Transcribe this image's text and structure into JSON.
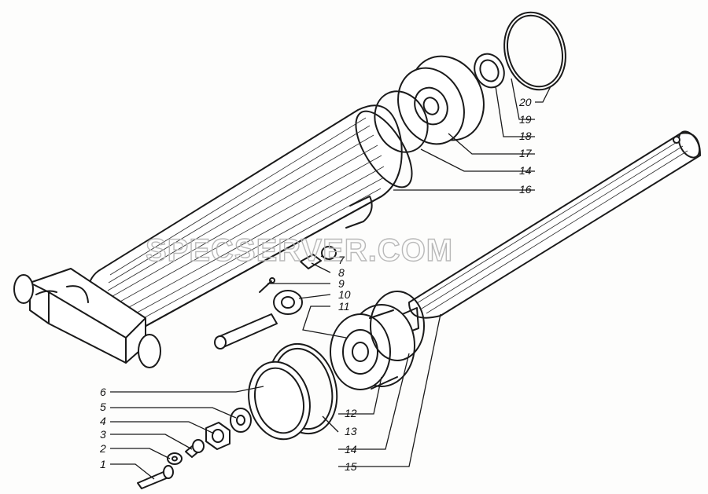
{
  "watermark": "SPECSERVER.COM",
  "callouts": [
    {
      "id": "c1",
      "text": "1"
    },
    {
      "id": "c2",
      "text": "2"
    },
    {
      "id": "c3",
      "text": "3"
    },
    {
      "id": "c4",
      "text": "4"
    },
    {
      "id": "c5",
      "text": "5"
    },
    {
      "id": "c6",
      "text": "6"
    },
    {
      "id": "c7",
      "text": "7"
    },
    {
      "id": "c8",
      "text": "8"
    },
    {
      "id": "c9",
      "text": "9"
    },
    {
      "id": "c10",
      "text": "10"
    },
    {
      "id": "c11",
      "text": "11"
    },
    {
      "id": "c12",
      "text": "12"
    },
    {
      "id": "c13",
      "text": "13"
    },
    {
      "id": "c14a",
      "text": "14"
    },
    {
      "id": "c14b",
      "text": "14"
    },
    {
      "id": "c15",
      "text": "15"
    },
    {
      "id": "c16",
      "text": "16"
    },
    {
      "id": "c17",
      "text": "17"
    },
    {
      "id": "c18",
      "text": "18"
    },
    {
      "id": "c19",
      "text": "19"
    },
    {
      "id": "c20",
      "text": "20"
    }
  ]
}
